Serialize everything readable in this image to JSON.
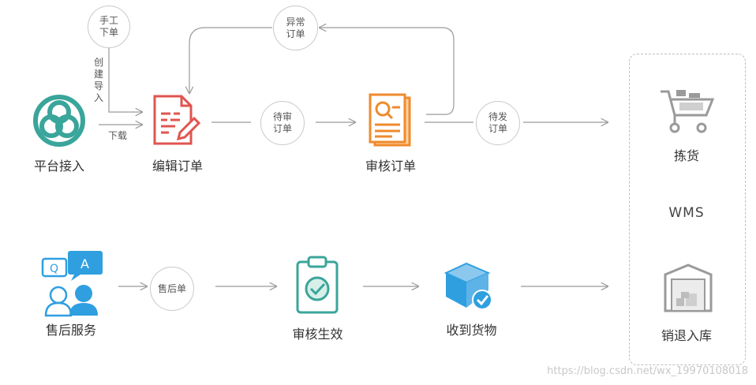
{
  "flow": {
    "platform": "平台接入",
    "edit_order": "编辑订单",
    "review_order": "审核订单",
    "pending_review": [
      "待审",
      "订单"
    ],
    "pending_ship": [
      "待发",
      "订单"
    ],
    "manual_order": [
      "手工",
      "下单"
    ],
    "exception_order": [
      "异常",
      "订单"
    ],
    "create_import": "创建导入",
    "download": "下载"
  },
  "after_sales": {
    "service": "售后服务",
    "ticket": "售后单",
    "review_effective": "审核生效",
    "received": "收到货物"
  },
  "wms": {
    "title": "WMS",
    "pick": "拣货",
    "return_stock": "销退入库"
  },
  "watermark": "https://blog.csdn.net/wx_19970108018",
  "colors": {
    "teal": "#3aa59a",
    "red": "#e0554f",
    "orange": "#f08a2c",
    "blue": "#2f9fe0",
    "gray": "#9a9a9a"
  }
}
